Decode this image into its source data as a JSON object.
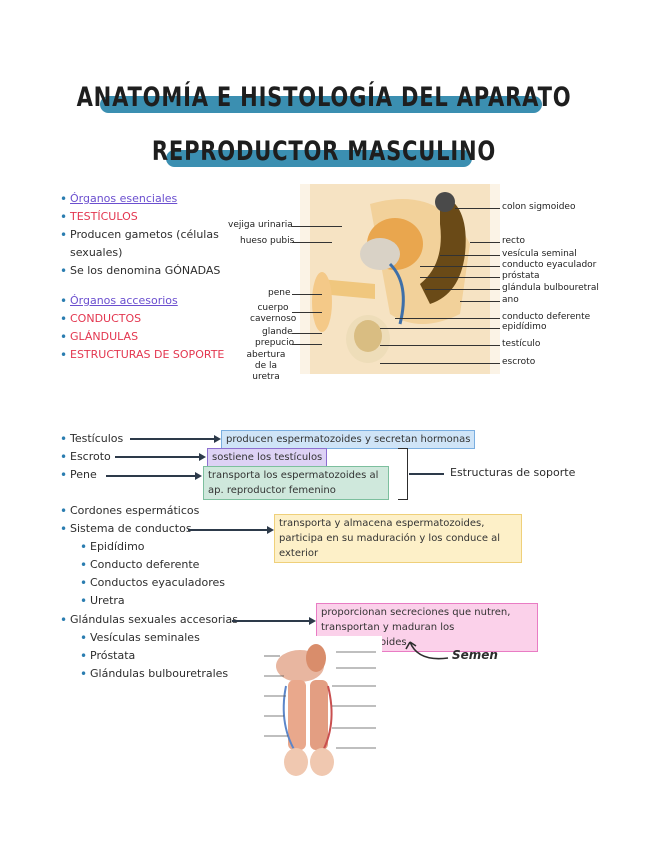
{
  "title": {
    "line1": "ANATOMÍA E HISTOLOGÍA DEL APARATO",
    "line2": "REPRODUCTOR MASCULINO"
  },
  "intro_list": [
    {
      "text": "Órganos esenciales",
      "style": "purple"
    },
    {
      "text": "TESTÍCULOS",
      "style": "red"
    },
    {
      "text": "Producen gametos (células sexuales)",
      "style": "normal"
    },
    {
      "text": "Se los denomina GÓNADAS",
      "style": "normal"
    },
    {
      "text": "Órganos accesorios",
      "style": "purple"
    },
    {
      "text": "CONDUCTOS",
      "style": "red"
    },
    {
      "text": "GLÁNDULAS",
      "style": "red"
    },
    {
      "text": "ESTRUCTURAS DE SOPORTE",
      "style": "red"
    }
  ],
  "anatomy_labels": {
    "left": [
      "vejiga urinaria",
      "hueso pubis",
      "pene",
      "cuerpo cavernoso",
      "glande",
      "prepucio",
      "abertura de la uretra"
    ],
    "right": [
      "colon sigmoideo",
      "recto",
      "vesícula seminal",
      "conducto eyaculador",
      "próstata",
      "glándula bulbouretral",
      "ano",
      "conducto deferente",
      "epidídimo",
      "testículo",
      "escroto"
    ]
  },
  "structures": {
    "testiculos": {
      "label": "Testículos",
      "note": "producen espermatozoides y secretan hormonas"
    },
    "escroto": {
      "label": "Escroto",
      "note": "sostiene los testículos"
    },
    "pene": {
      "label": "Pene",
      "note": "transporta los espermatozoides al ap. reproductor femenino"
    },
    "bracket_label": "Estructuras de soporte"
  },
  "ducts": {
    "cordones": "Cordones espermáticos",
    "sistema": "Sistema de conductos",
    "sistema_note": "transporta y almacena espermatozoides, participa en su maduración y los conduce al exterior",
    "items": [
      "Epidídimo",
      "Conducto deferente",
      "Conductos eyaculadores",
      "Uretra"
    ]
  },
  "glands": {
    "label": "Glándulas sexuales accesorias",
    "note": "proporcionan secreciones que nutren, transportan y maduran los espermatozoides",
    "items": [
      "Vesículas seminales",
      "Próstata",
      "Glándulas bulbouretrales"
    ],
    "semen_label": "Semen"
  },
  "colors": {
    "title_band": "#3b8fb1",
    "bullet": "#2a7db0",
    "purple_text": "#6b4fcf",
    "red_text": "#e3364f"
  }
}
